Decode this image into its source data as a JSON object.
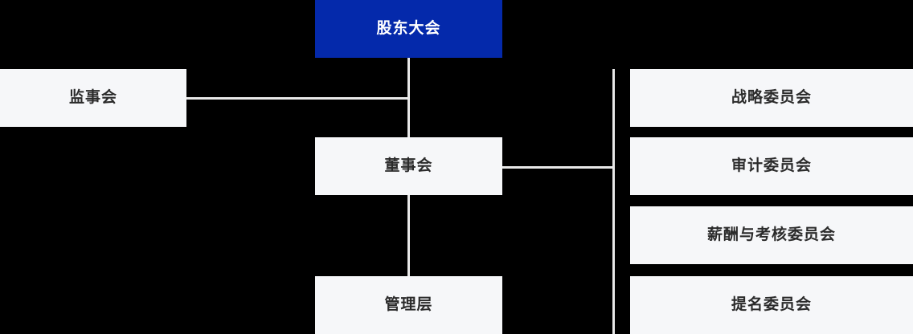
{
  "chart_data": {
    "type": "diagram",
    "subtype": "organization-chart",
    "title": "",
    "orientation": "top-down",
    "colors": {
      "root_fill": "#0429ab",
      "root_text": "#ffffff",
      "node_fill": "#f6f7f9",
      "node_text": "#2b2b2b",
      "connector": "#e8e8e8",
      "background": "#000000"
    },
    "nodes": [
      {
        "id": "shareholders",
        "label": "股东大会",
        "level": 0,
        "style": "primary"
      },
      {
        "id": "supervisors",
        "label": "监事会",
        "level": 1,
        "style": "plain"
      },
      {
        "id": "board",
        "label": "董事会",
        "level": 1,
        "style": "plain"
      },
      {
        "id": "management",
        "label": "管理层",
        "level": 2,
        "style": "plain"
      },
      {
        "id": "committee-0",
        "label": "战略委员会",
        "level": 2,
        "style": "plain"
      },
      {
        "id": "committee-1",
        "label": "审计委员会",
        "level": 2,
        "style": "plain"
      },
      {
        "id": "committee-2",
        "label": "薪酬与考核委员会",
        "level": 2,
        "style": "plain"
      },
      {
        "id": "committee-3",
        "label": "提名委员会",
        "level": 2,
        "style": "plain"
      }
    ],
    "edges": [
      {
        "from": "shareholders",
        "to": "board"
      },
      {
        "from": "shareholders",
        "to": "supervisors"
      },
      {
        "from": "board",
        "to": "management"
      },
      {
        "from": "board",
        "to": "committee-0"
      },
      {
        "from": "board",
        "to": "committee-1"
      },
      {
        "from": "board",
        "to": "committee-2"
      },
      {
        "from": "board",
        "to": "committee-3"
      }
    ]
  },
  "nodes": {
    "shareholders": {
      "label": "股东大会"
    },
    "supervisors": {
      "label": "监事会"
    },
    "board": {
      "label": "董事会"
    },
    "management": {
      "label": "管理层"
    },
    "committees": [
      {
        "label": "战略委员会"
      },
      {
        "label": "审计委员会"
      },
      {
        "label": "薪酬与考核委员会"
      },
      {
        "label": "提名委员会"
      }
    ]
  }
}
